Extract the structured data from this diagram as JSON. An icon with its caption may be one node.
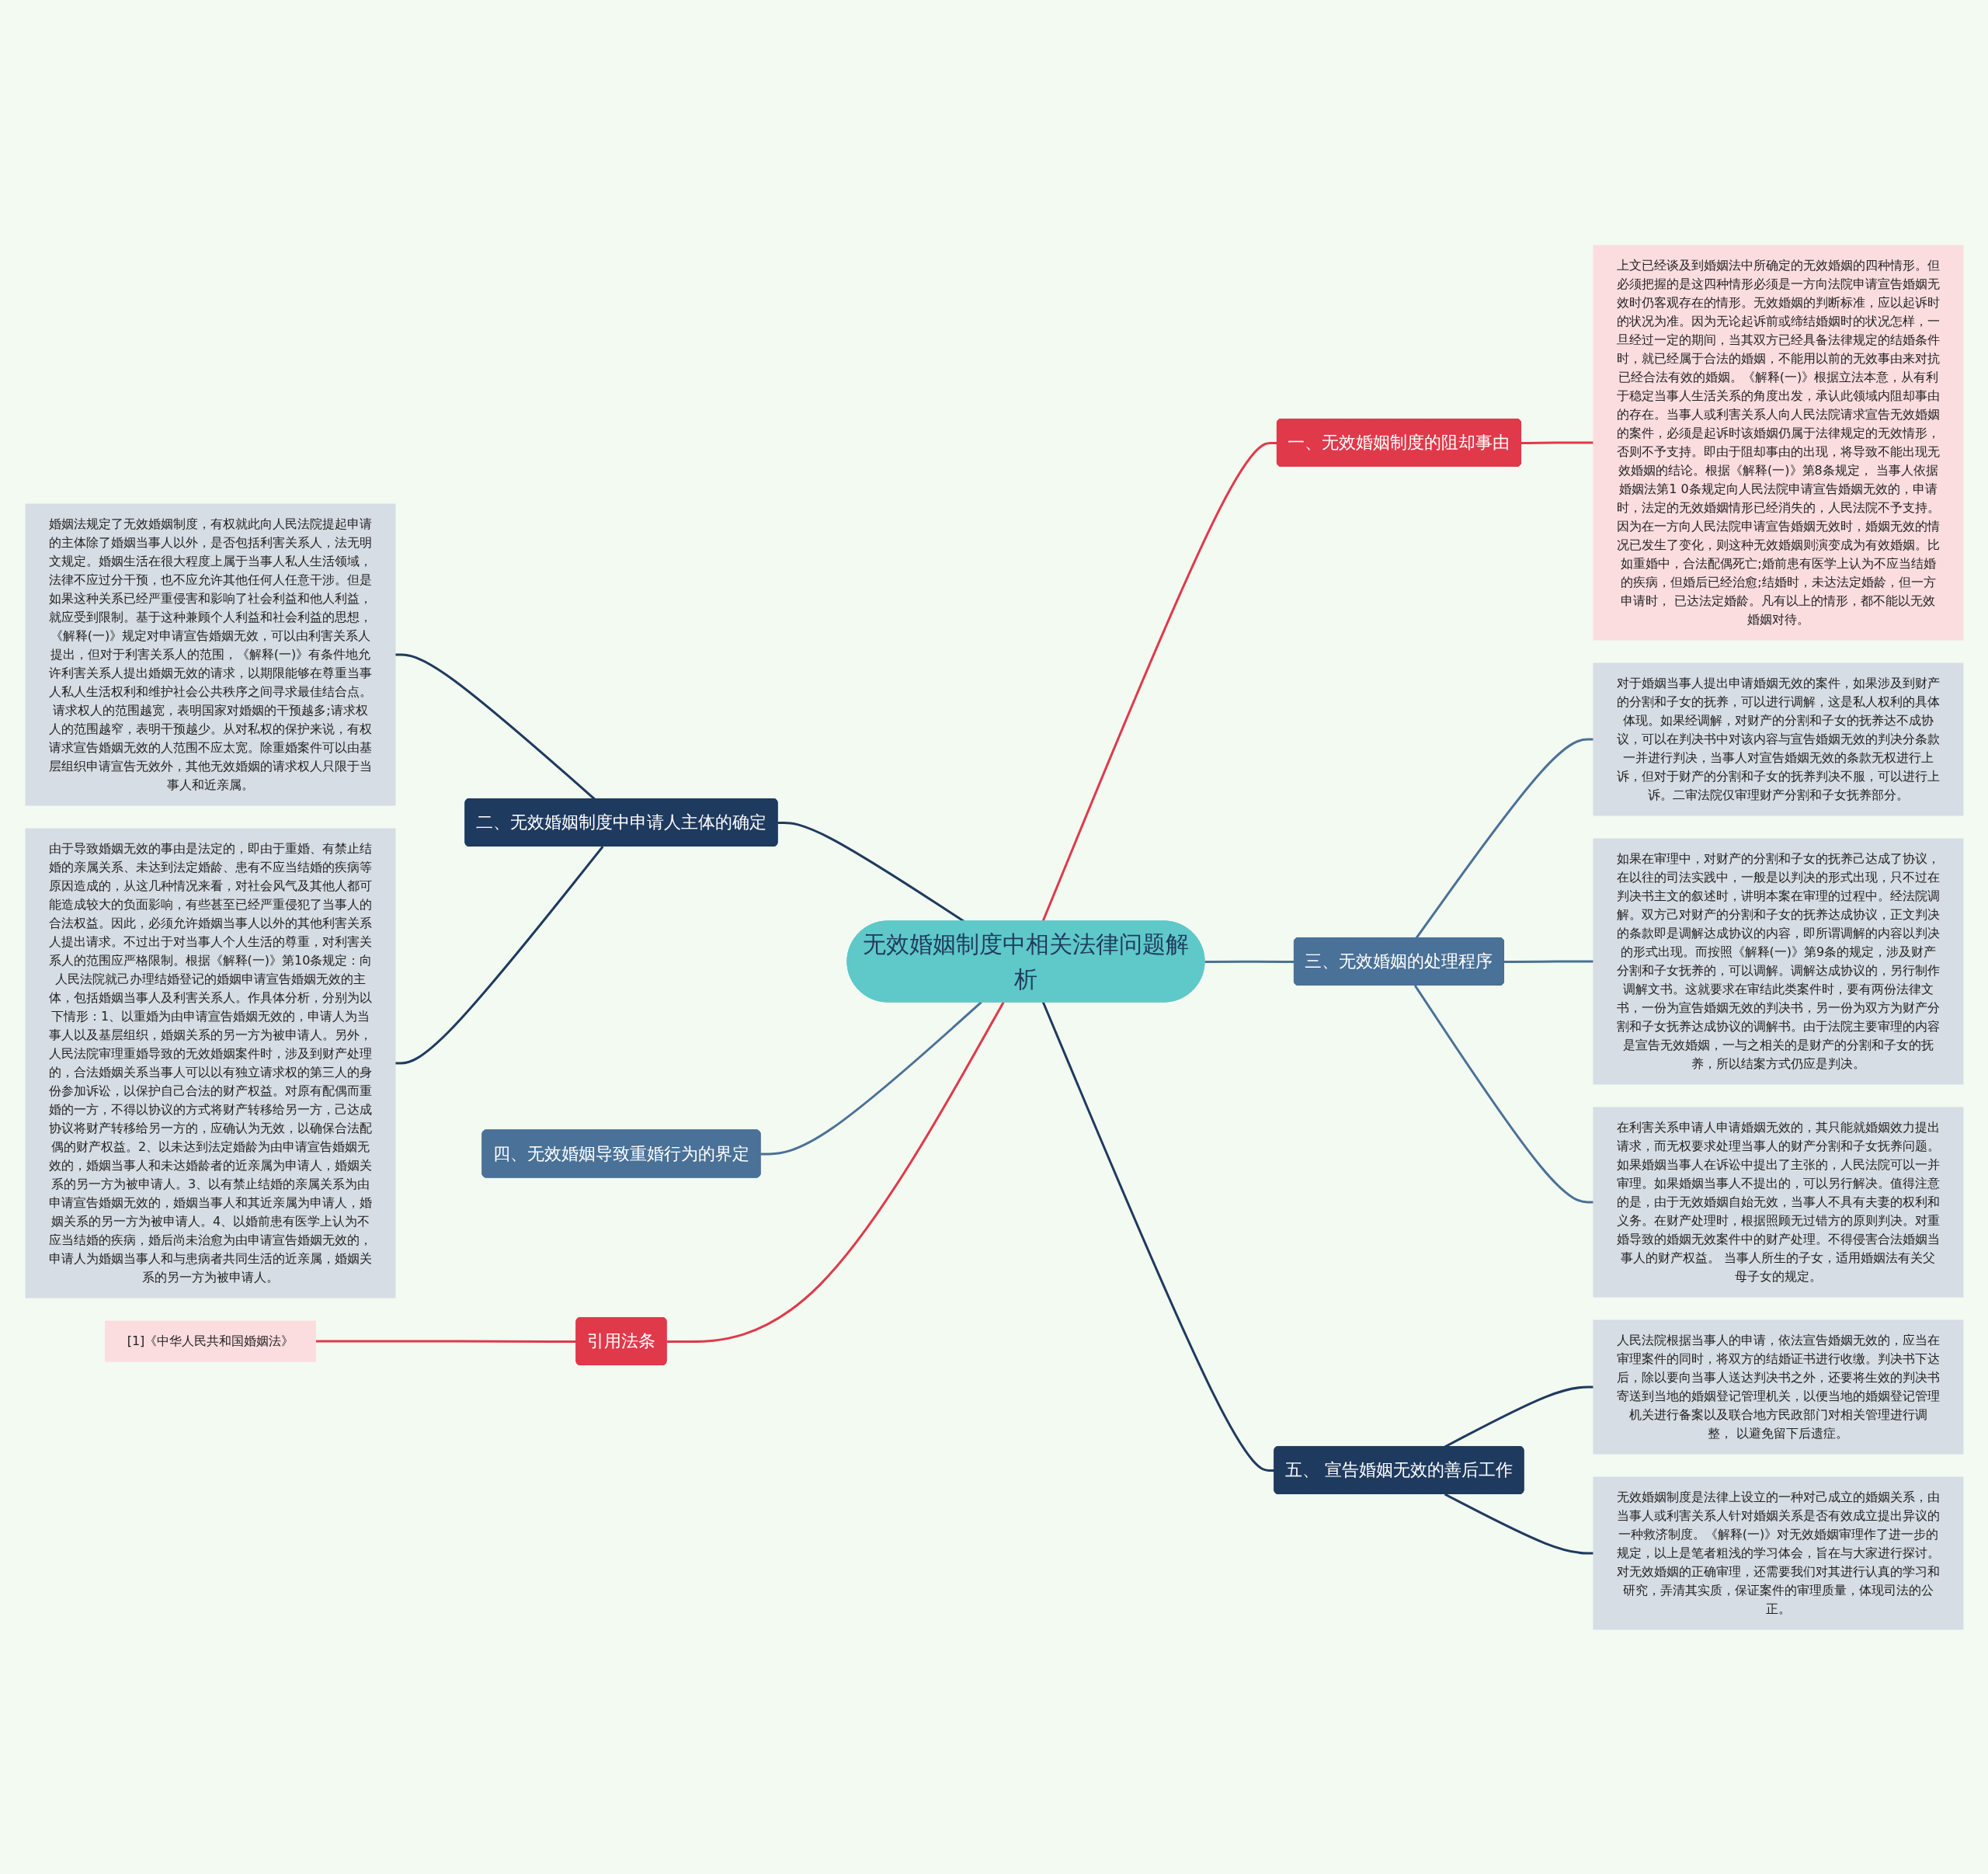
{
  "diagram": {
    "nodes": [
      {
        "text": [
          "无效婚姻制度中相关法律问题解析"
        ]
      },
      {
        "text": [
          "一、无效婚姻制度的阻却事由"
        ]
      },
      {
        "text": [
          "上文已经谈及到婚姻法中所确定的无效婚姻的四种情形。但必须把握的是这四种情形必须是一方向法院申请宣告婚姻无效时仍客观存在的情形。无效婚姻的判断标准，应以起诉时的状况为准。因为无论起诉前或缔结婚姻时的状况怎样，一旦经过一定的期间，当其双方已经具备法律规定的结婚条件时，就已经属于合法的婚姻，不能用以前的无效事由来对抗已经合法有效的婚姻。《解释(一)》根据立法本意，从有利于稳定当事人生活关系的角度出发，承认此领域内阻却事由的存在。当事人或利害关系人向人民法院请求宣告无效婚姻的案件，必须是起诉时该婚姻仍属于法律规定的无效情形，否则不予支持。即由于阻却事由的出现，将导致不能出现无效婚姻的结论。根据《解释(一)》第8条规定， 当事人依据婚姻法第1 0条规定向人民法院申请宣告婚姻无效的，申请时，法定的无效婚姻情形已经消失的，人民法院不予支持。因为在一方向人民法院申请宣告婚姻无效时，婚姻无效的情况已发生了变化，则这种无效婚姻则演变成为有效婚姻。比如重婚中，合法配偶死亡;婚前患有医学上认为不应当结婚的疾病，但婚后已经治愈;结婚时，未达法定婚龄，但一方申请时， 已达法定婚龄。凡有以上的情形，都不能以无效婚姻对待。"
        ]
      },
      {
        "text": [
          "二、无效婚姻制度中申请人主体的确定"
        ]
      },
      {
        "text": [
          "婚姻法规定了无效婚姻制度，有权就此向人民法院提起申请的主体除了婚姻当事人以外，是否包括利害关系人，法无明文规定。婚姻生活在很大程度上属于当事人私人生活领域，法律不应过分干预，也不应允许其他任何人任意干涉。但是如果这种关系已经严重侵害和影响了社会利益和他人利益，就应受到限制。基于这种兼顾个人利益和社会利益的思想，《解释(一)》规定对申请宣告婚姻无效，可以由利害关系人提出，但对于利害关系人的范围，《解释(一)》有条件地允许利害关系人提出婚姻无效的请求，以期限能够在尊重当事人私人生活权利和维护社会公共秩序之间寻求最佳结合点。请求权人的范围越宽，表明国家对婚姻的干预越多;请求权人的范围越窄，表明干预越少。从对私权的保护来说，有权请求宣告婚姻无效的人范围不应太宽。除重婚案件可以由基层组织申请宣告无效外，其他无效婚姻的请求权人只限于当事人和近亲属。"
        ]
      },
      {
        "text": [
          "由于导致婚姻无效的事由是法定的，即由于重婚、有禁止结婚的亲属关系、未达到法定婚龄、患有不应当结婚的疾病等原因造成的，从这几种情况来看，对社会风气及其他人都可能造成较大的负面影响，有些甚至已经严重侵犯了当事人的合法权益。因此，必须允许婚姻当事人以外的其他利害关系人提出请求。不过出于对当事人个人生活的尊重，对利害关系人的范围应严格限制。根据《解释(一)》第10条规定：向人民法院就己办理结婚登记的婚姻申请宣告婚姻无效的主体，包括婚姻当事人及利害关系人。作具体分析，分别为以下情形：1、以重婚为由申请宣告婚姻无效的，申请人为当事人以及基层组织，婚姻关系的另一方为被申请人。另外，人民法院审理重婚导致的无效婚姻案件时，涉及到财产处理的，合法婚姻关系当事人可以以有独立请求权的第三人的身份参加诉讼，以保护自己合法的财产权益。对原有配偶而重婚的一方，不得以协议的方式将财产转移给另一方，己达成协议将财产转移给另一方的，应确认为无效，以确保合法配偶的财产权益。2、以未达到法定婚龄为由申请宣告婚姻无效的，婚姻当事人和未达婚龄者的近亲属为申请人，婚姻关系的另一方为被申请人。3、以有禁止结婚的亲属关系为由申请宣告婚姻无效的，婚姻当事人和其近亲属为申请人，婚姻关系的另一方为被申请人。4、以婚前患有医学上认为不应当结婚的疾病，婚后尚未治愈为由申请宣告婚姻无效的，申请人为婚姻当事人和与患病者共同生活的近亲属，婚姻关系的另一方为被申请人。"
        ]
      },
      {
        "text": [
          "三、无效婚姻的处理程序"
        ]
      },
      {
        "text": [
          "对于婚姻当事人提出申请婚姻无效的案件，如果涉及到财产的分割和子女的抚养，可以进行调解，这是私人权利的具体体现。如果经调解，对财产的分割和子女的抚养达不成协议，可以在判决书中对该内容与宣告婚姻无效的判决分条款一并进行判决，当事人对宣告婚姻无效的条款无权进行上诉，但对于财产的分割和子女的抚养判决不服，可以进行上诉。二审法院仅审理财产分割和子女抚养部分。"
        ]
      },
      {
        "text": [
          "如果在审理中，对财产的分割和子女的抚养己达成了协议，在以往的司法实践中，一般是以判决的形式出现，只不过在判决书主文的叙述时，讲明本案在审理的过程中。经法院调解。双方己对财产的分割和子女的抚养达成协议，正文判决的条款即是调解达成协议的内容，即所谓调解的内容以判决的形式出现。而按照《解释(一)》第9条的规定，涉及财产分割和子女抚养的，可以调解。调解达成协议的，另行制作调解文书。这就要求在审结此类案件时，要有两份法律文书，一份为宣告婚姻无效的判决书，另一份为双方为财产分割和子女抚养达成协议的调解书。由于法院主要审理的内容是宣告无效婚姻，一与之相关的是财产的分割和子女的抚养，所以结案方式仍应是判决。"
        ]
      },
      {
        "text": [
          "在利害关系申请人申请婚姻无效的，其只能就婚姻效力提出请求，而无权要求处理当事人的财产分割和子女抚养问题。如果婚姻当事人在诉讼中提出了主张的，人民法院可以一并审理。如果婚姻当事人不提出的，可以另行解决。值得注意的是，由于无效婚姻自始无效，当事人不具有夫妻的权利和义务。在财产处理时，根据照顾无过错方的原则判决。对重婚导致的婚姻无效案件中的财产处理。不得侵害合法婚姻当事人的财产权益。 当事人所生的子女，适用婚姻法有关父母子女的规定。"
        ]
      },
      {
        "text": [
          "四、无效婚姻导致重婚行为的界定"
        ]
      },
      {
        "text": [
          "引用法条"
        ]
      },
      {
        "text": [
          "[1]《中华人民共和国婚姻法》"
        ]
      },
      {
        "text": [
          "五、 宣告婚姻无效的善后工作"
        ]
      },
      {
        "text": [
          "人民法院根据当事人的申请，依法宣告婚姻无效的，应当在审理案件的同时，将双方的结婚证书进行收缴。判决书下达后，除以要向当事人送达判决书之外，还要将生效的判决书寄送到当地的婚姻登记管理机关，以便当地的婚姻登记管理机关进行备案以及联合地方民政部门对相关管理进行调整， 以避免留下后遗症。"
        ]
      },
      {
        "text": [
          "无效婚姻制度是法律上设立的一种对己成立的婚姻关系，由当事人或利害关系人针对婚姻关系是否有效成立提出异议的一种救济制度。《解释(一)》对无效婚姻审理作了进一步的规定，以上是笔者粗浅的学习体会，旨在与大家进行探讨。对无效婚姻的正确审理，还需要我们对其进行认真的学习和研究，弄清其实质，保证案件的审理质量，体现司法的公正。"
        ]
      }
    ],
    "edges": [
      {
        "from": 0,
        "to": 1,
        "arrow": "none",
        "color": "#e0394a"
      },
      {
        "from": 1,
        "to": 2,
        "arrow": "none",
        "color": "#e0394a"
      },
      {
        "from": 3,
        "to": 0,
        "arrow": "none",
        "color": "#1f3a5f"
      },
      {
        "from": 4,
        "to": 3,
        "arrow": "none",
        "color": "#1f3a5f"
      },
      {
        "from": 5,
        "to": 3,
        "arrow": "none",
        "color": "#1f3a5f"
      },
      {
        "from": 0,
        "to": 6,
        "arrow": "none",
        "color": "#4a7197"
      },
      {
        "from": 6,
        "to": 7,
        "arrow": "none",
        "color": "#4a7197"
      },
      {
        "from": 6,
        "to": 8,
        "arrow": "none",
        "color": "#4a7197"
      },
      {
        "from": 6,
        "to": 9,
        "arrow": "none",
        "color": "#4a7197"
      },
      {
        "from": 10,
        "to": 0,
        "arrow": "none",
        "color": "#4a7197"
      },
      {
        "from": 11,
        "to": 0,
        "arrow": "none",
        "color": "#e0394a"
      },
      {
        "from": 12,
        "to": 11,
        "arrow": "none",
        "color": "#e0394a"
      },
      {
        "from": 0,
        "to": 13,
        "arrow": "none",
        "color": "#1f3a5f"
      },
      {
        "from": 13,
        "to": 14,
        "arrow": "none",
        "color": "#1f3a5f"
      },
      {
        "from": 13,
        "to": 15,
        "arrow": "none",
        "color": "#1f3a5f"
      }
    ]
  }
}
